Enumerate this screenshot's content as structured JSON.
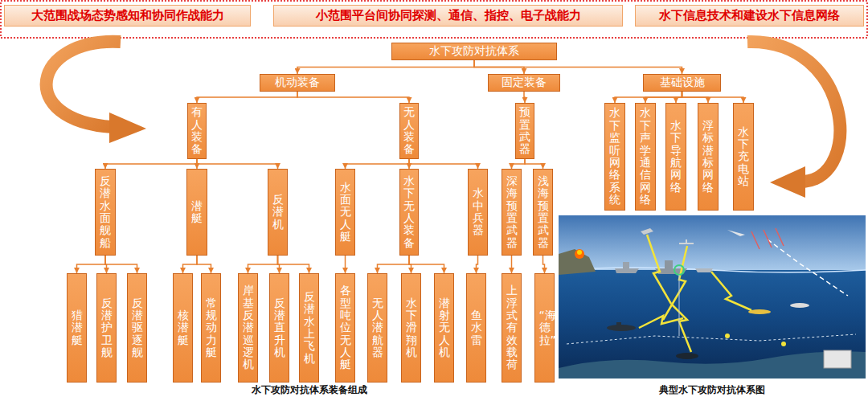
{
  "diagram": {
    "caption": "水下攻防对抗体系装备组成",
    "nodes": [
      {
        "text": [
          "大范围战场态势感知和协同作战能力"
        ]
      },
      {
        "text": [
          "小范围平台间协同探测、通信、指控、电子战能力"
        ]
      },
      {
        "text": [
          "水下信息技术和建设水下信息网络"
        ]
      },
      {
        "text": [
          "水下攻防对抗体系"
        ]
      },
      {
        "text": [
          "机动装备"
        ]
      },
      {
        "text": [
          "固定装备"
        ]
      },
      {
        "text": [
          "基础设施"
        ]
      },
      {
        "text": [
          "有人装备"
        ]
      },
      {
        "text": [
          "无人装备"
        ]
      },
      {
        "text": [
          "预置武器"
        ]
      },
      {
        "text": [
          "水下监听网络系统"
        ]
      },
      {
        "text": [
          "水下声学通信网络"
        ]
      },
      {
        "text": [
          "水下导航网络"
        ]
      },
      {
        "text": [
          "浮标潜标网络"
        ]
      },
      {
        "text": [
          "水下充电站"
        ]
      },
      {
        "text": [
          "反潜水面舰船"
        ]
      },
      {
        "text": [
          "潜艇"
        ]
      },
      {
        "text": [
          "反潜机"
        ]
      },
      {
        "text": [
          "水面无人艇"
        ]
      },
      {
        "text": [
          "水下无人装备"
        ]
      },
      {
        "text": [
          "水中兵器"
        ]
      },
      {
        "text": [
          "深海预置武器"
        ]
      },
      {
        "text": [
          "浅海预置武器"
        ]
      },
      {
        "text": [
          "猎潜艇"
        ]
      },
      {
        "text": [
          "反潜护卫舰"
        ]
      },
      {
        "text": [
          "反潜驱逐舰"
        ]
      },
      {
        "text": [
          "核潜艇"
        ]
      },
      {
        "text": [
          "常规动力艇"
        ]
      },
      {
        "text": [
          "岸基反潜巡逻机"
        ]
      },
      {
        "text": [
          "反潜直升机"
        ]
      },
      {
        "text": [
          "反潜水上飞机"
        ]
      },
      {
        "text": [
          "各型吨位无人艇"
        ]
      },
      {
        "text": [
          "无人潜航器"
        ]
      },
      {
        "text": [
          "水下滑翔机"
        ]
      },
      {
        "text": [
          "潜射无人机"
        ]
      },
      {
        "text": [
          "鱼水雷"
        ]
      },
      {
        "text": [
          "上浮式有效载荷"
        ]
      },
      {
        "text": [
          "“海德拉”"
        ]
      }
    ],
    "edges": [
      {
        "from": 3,
        "to": 4,
        "arrow": "to"
      },
      {
        "from": 3,
        "to": 5,
        "arrow": "to"
      },
      {
        "from": 3,
        "to": 6,
        "arrow": "to"
      },
      {
        "from": 4,
        "to": 7,
        "arrow": "to"
      },
      {
        "from": 4,
        "to": 8,
        "arrow": "to"
      },
      {
        "from": 5,
        "to": 9,
        "arrow": "to"
      },
      {
        "from": 6,
        "to": 10,
        "arrow": "to"
      },
      {
        "from": 6,
        "to": 11,
        "arrow": "to"
      },
      {
        "from": 6,
        "to": 12,
        "arrow": "to"
      },
      {
        "from": 6,
        "to": 13,
        "arrow": "to"
      },
      {
        "from": 6,
        "to": 14,
        "arrow": "to"
      },
      {
        "from": 7,
        "to": 15,
        "arrow": "to"
      },
      {
        "from": 7,
        "to": 16,
        "arrow": "to"
      },
      {
        "from": 7,
        "to": 17,
        "arrow": "to"
      },
      {
        "from": 8,
        "to": 18,
        "arrow": "to"
      },
      {
        "from": 8,
        "to": 19,
        "arrow": "to"
      },
      {
        "from": 8,
        "to": 20,
        "arrow": "to"
      },
      {
        "from": 9,
        "to": 21,
        "arrow": "to"
      },
      {
        "from": 9,
        "to": 22,
        "arrow": "to"
      },
      {
        "from": 15,
        "to": 23,
        "arrow": "to"
      },
      {
        "from": 15,
        "to": 24,
        "arrow": "to"
      },
      {
        "from": 15,
        "to": 25,
        "arrow": "to"
      },
      {
        "from": 16,
        "to": 26,
        "arrow": "to"
      },
      {
        "from": 16,
        "to": 27,
        "arrow": "to"
      },
      {
        "from": 17,
        "to": 28,
        "arrow": "to"
      },
      {
        "from": 17,
        "to": 29,
        "arrow": "to"
      },
      {
        "from": 17,
        "to": 30,
        "arrow": "to"
      },
      {
        "from": 18,
        "to": 31,
        "arrow": "to"
      },
      {
        "from": 19,
        "to": 32,
        "arrow": "to"
      },
      {
        "from": 19,
        "to": 33,
        "arrow": "to"
      },
      {
        "from": 19,
        "to": 34,
        "arrow": "to"
      },
      {
        "from": 20,
        "to": 35,
        "arrow": "to"
      },
      {
        "from": 21,
        "to": 36,
        "arrow": "to"
      },
      {
        "from": 22,
        "to": 37,
        "arrow": "to"
      }
    ],
    "labels": [
      "典型水下攻防对抗体系图"
    ]
  }
}
